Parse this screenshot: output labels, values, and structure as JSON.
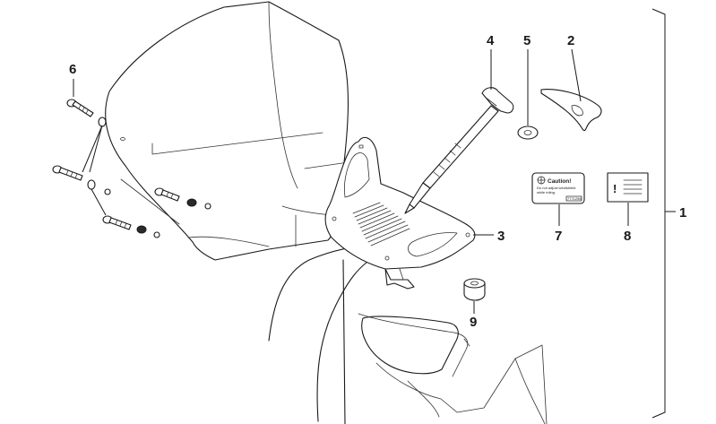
{
  "callouts": {
    "c1": "1",
    "c2": "2",
    "c3": "3",
    "c4": "4",
    "c5": "5",
    "c6": "6",
    "c7": "7",
    "c8": "8",
    "c9": "9"
  },
  "caution_label": {
    "heading": "Caution!",
    "line1": "Do not adjust windshield",
    "line2": "while riding.",
    "code": "7771256"
  },
  "info_sheet": {
    "mark": "!"
  }
}
